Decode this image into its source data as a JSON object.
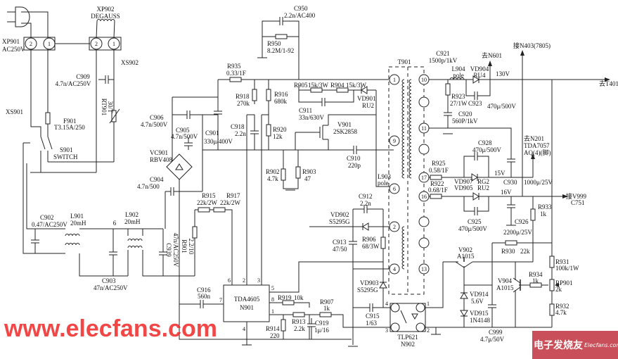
{
  "parts": {
    "XP901": [
      "XP901",
      "AC250V"
    ],
    "XP902": [
      "XP902",
      "DEGAUSS"
    ],
    "XS902": [
      "XS902"
    ],
    "XS901": [
      "XS901"
    ],
    "C909": [
      "C909",
      "4.7n/AC250V"
    ],
    "F901": [
      "F901",
      "T3.15A/250"
    ],
    "RT901": [
      "RT901",
      "30/T"
    ],
    "S901": [
      "S901",
      "SWITCH"
    ],
    "C950": [
      "C950",
      "2.2n/AC400"
    ],
    "R950": [
      "R950",
      "8.2M/1-92"
    ],
    "R935": [
      "R935",
      "0.33/1F"
    ],
    "R918": [
      "R918",
      "270k"
    ],
    "R916": [
      "R916",
      "680k"
    ],
    "C911": [
      "C911",
      "33n/630V"
    ],
    "R905": [
      "R905",
      "15k/3W"
    ],
    "R904": [
      "R904",
      "15k/3W"
    ],
    "VD901": [
      "VD901",
      "RU2"
    ],
    "V901": [
      "V901",
      "2SK2858"
    ],
    "C906": [
      "C906",
      "4.7n/500V"
    ],
    "C905": [
      "C905",
      "4.7n/500V"
    ],
    "C901": [
      "C901",
      "330μ/400V"
    ],
    "C918": [
      "C918",
      "2.2n"
    ],
    "R920": [
      "R920",
      "12k"
    ],
    "VC901": [
      "VC901",
      "RBV408"
    ],
    "C904": [
      "C904",
      "4.7n/500"
    ],
    "R902": [
      "R902",
      "4.7k"
    ],
    "R903": [
      "R903",
      "47"
    ],
    "C910": [
      "C910",
      "220p"
    ],
    "L903": [
      "L903",
      "pole"
    ],
    "R915": [
      "R915",
      "22k/2W"
    ],
    "R917": [
      "R917",
      "22k/2W"
    ],
    "C902": [
      "C902",
      "0.47/AC250V"
    ],
    "L901": [
      "L901",
      "20mH"
    ],
    "L902": [
      "L902",
      "20mH"
    ],
    "C903": [
      "C903",
      "47n/AC250V"
    ],
    "C939": [
      "C939",
      "47n/AC250V"
    ],
    "R901": [
      "R901",
      "2.2/10"
    ],
    "C916": [
      "C916",
      "560n"
    ],
    "N901": [
      "TDA4605",
      "N901"
    ],
    "R919": [
      "R919",
      "10k"
    ],
    "R913": [
      "R913",
      "2.2k"
    ],
    "R914": [
      "R914",
      "220"
    ],
    "R907": [
      "R907",
      "1k"
    ],
    "C919": [
      "C919",
      "1μ/16"
    ],
    "C912": [
      "C912",
      "2.2n"
    ],
    "VD902": [
      "VD902",
      "S5295G"
    ],
    "C913": [
      "C913",
      "47/50"
    ],
    "R906": [
      "R906",
      "68/3W"
    ],
    "VD903": [
      "VD903",
      "S5295G"
    ],
    "C915": [
      "C915",
      "1/63"
    ],
    "N902": [
      "TLP621",
      "N902"
    ],
    "T901": [
      "T901"
    ],
    "C921": [
      "C921",
      "1500p/1kV"
    ],
    "L904": [
      "L904",
      "pole"
    ],
    "VD904": [
      "VD904",
      "RU4"
    ],
    "R923": [
      "R923",
      "27/1W"
    ],
    "C923": [
      "C923",
      "470μ/500V"
    ],
    "C920": [
      "C920",
      "560P/1kV"
    ],
    "C928": [
      "C928",
      "470μ/500V"
    ],
    "R925": [
      "R925",
      "0.58/1F"
    ],
    "C930": [
      "C930",
      "1000μ/25V"
    ],
    "R922": [
      "R922",
      "0.68/1F"
    ],
    "VD907": [
      "VD907",
      "VD905"
    ],
    "RG2": [
      "RG2",
      "RU2"
    ],
    "C925": [
      "C925",
      "470μ/500V"
    ],
    "C926": [
      "C926",
      "2200μ/25V"
    ],
    "R933": [
      "R933",
      "1k"
    ],
    "R930": [
      "R930",
      "22k"
    ],
    "V902": [
      "V902",
      "A1015"
    ],
    "R931": [
      "R931",
      "100k/1W"
    ],
    "V904": [
      "V904",
      "A1015"
    ],
    "R934": [
      "R934",
      "1k"
    ],
    "RP901": [
      "RP901",
      "2k"
    ],
    "R932": [
      "R932",
      "4.7k"
    ],
    "VD914": [
      "VD914",
      "5.6V"
    ],
    "VD915": [
      "VD915",
      "1N4148"
    ],
    "C999": [
      "C999",
      "4.7μ/50V"
    ]
  },
  "nets": {
    "n601": "去N601",
    "v130": "130V",
    "n403": "接N403(7805)",
    "t401": "去T401",
    "n201": [
      "去N201",
      "TDA7057",
      "AQ(4)(脚)"
    ],
    "v15": "15V",
    "v16": "16V",
    "v999": [
      "接V999",
      "C751"
    ],
    "node6": "6"
  },
  "pins": {
    "connectors": [
      "2",
      "1",
      "2",
      "1"
    ],
    "t901_left": [
      "1",
      "9",
      "6",
      "2",
      "4"
    ],
    "t901_right": [
      "10",
      "",
      "11",
      "",
      "17",
      "16",
      "",
      "",
      "13"
    ],
    "n901": [
      "6",
      "2",
      "3",
      "5",
      "8",
      "1",
      "4",
      "7"
    ],
    "n902": [
      "4",
      "3",
      "1",
      "2"
    ]
  },
  "watermark": "www.elecfans.com",
  "logo": {
    "cn": "电子发烧友",
    "en": "Elecfans.com"
  }
}
